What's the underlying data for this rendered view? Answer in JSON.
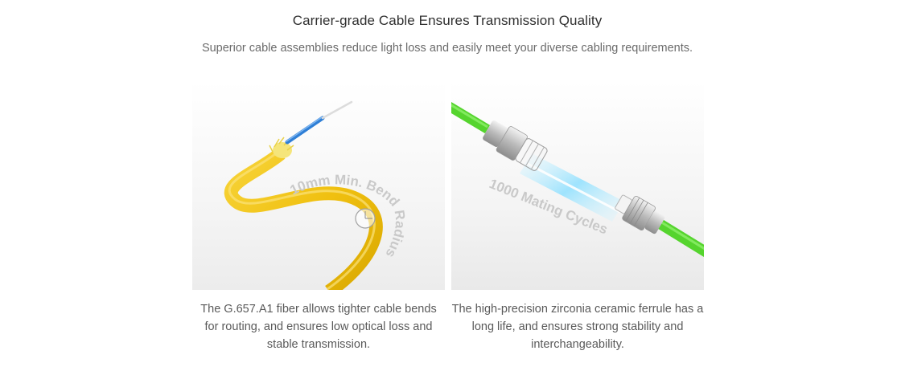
{
  "header": {
    "title": "Carrier-grade Cable Ensures Transmission Quality",
    "subtitle": "Superior cable assemblies reduce light loss and easily meet your diverse cabling requirements."
  },
  "features": [
    {
      "image_label": "10mm Min. Bend Radius",
      "caption": "The G.657.A1 fiber allows tighter cable bends for routing, and ensures low optical loss and stable transmission."
    },
    {
      "image_label": "1000 Mating Cycles",
      "caption": "The high-precision zirconia ceramic ferrule has a long life, and ensures strong stability and interchangeability."
    }
  ],
  "colors": {
    "cable_yellow": "#f2c40f",
    "cable_green": "#55d42e",
    "fiber_blue": "#2f7fd6",
    "light_cyan": "#9fe7ff"
  }
}
